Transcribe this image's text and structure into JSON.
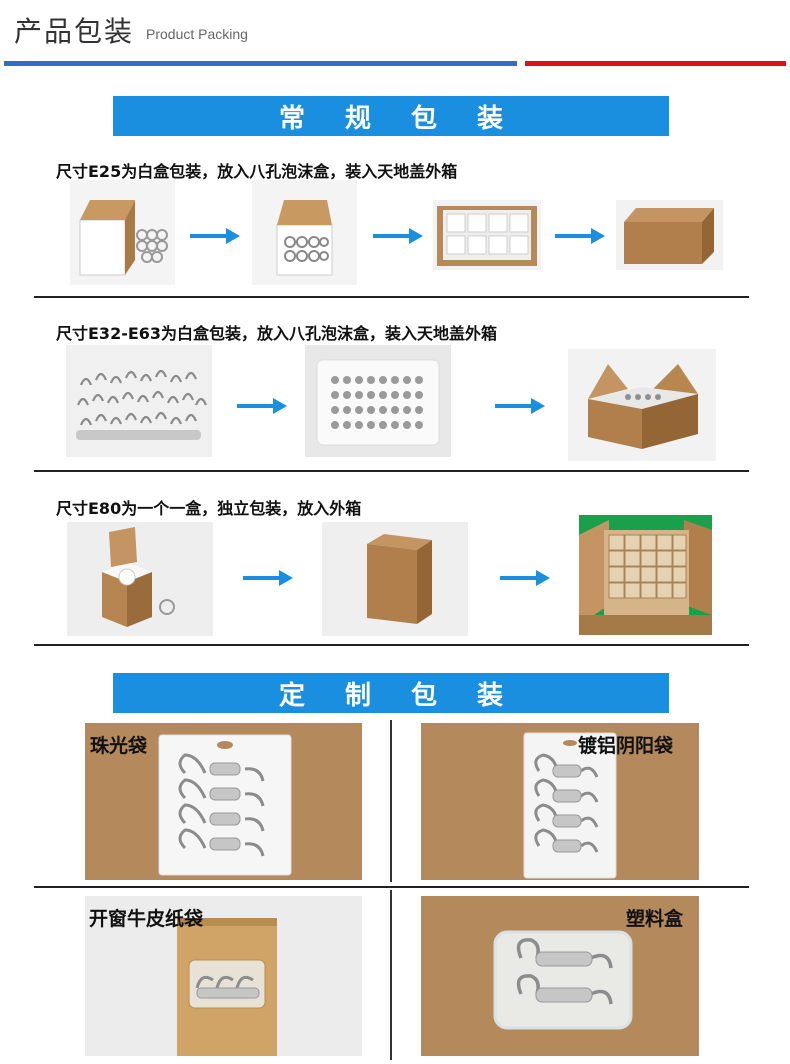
{
  "header": {
    "title_cn": "产品包装",
    "title_en": "Product Packing"
  },
  "colors": {
    "accent_blue": "#2e6fc9",
    "accent_red": "#e50f0f",
    "banner_blue": "#1a8fe0",
    "kraft": "#b48a5c"
  },
  "regular": {
    "banner": "常规包装",
    "rows": [
      {
        "caption": "尺寸E25为白盒包装，放入八孔泡沫盒，装入天地盖外箱"
      },
      {
        "caption": "尺寸E32-E63为白盒包装，放入八孔泡沫盒，装入天地盖外箱"
      },
      {
        "caption": "尺寸E80为一个一盒，独立包装，放入外箱"
      }
    ]
  },
  "custom": {
    "banner": "定制包装",
    "items": [
      {
        "label": "珠光袋"
      },
      {
        "label": "镀铝阴阳袋"
      },
      {
        "label": "开窗牛皮纸袋"
      },
      {
        "label": "塑料盒"
      }
    ]
  }
}
